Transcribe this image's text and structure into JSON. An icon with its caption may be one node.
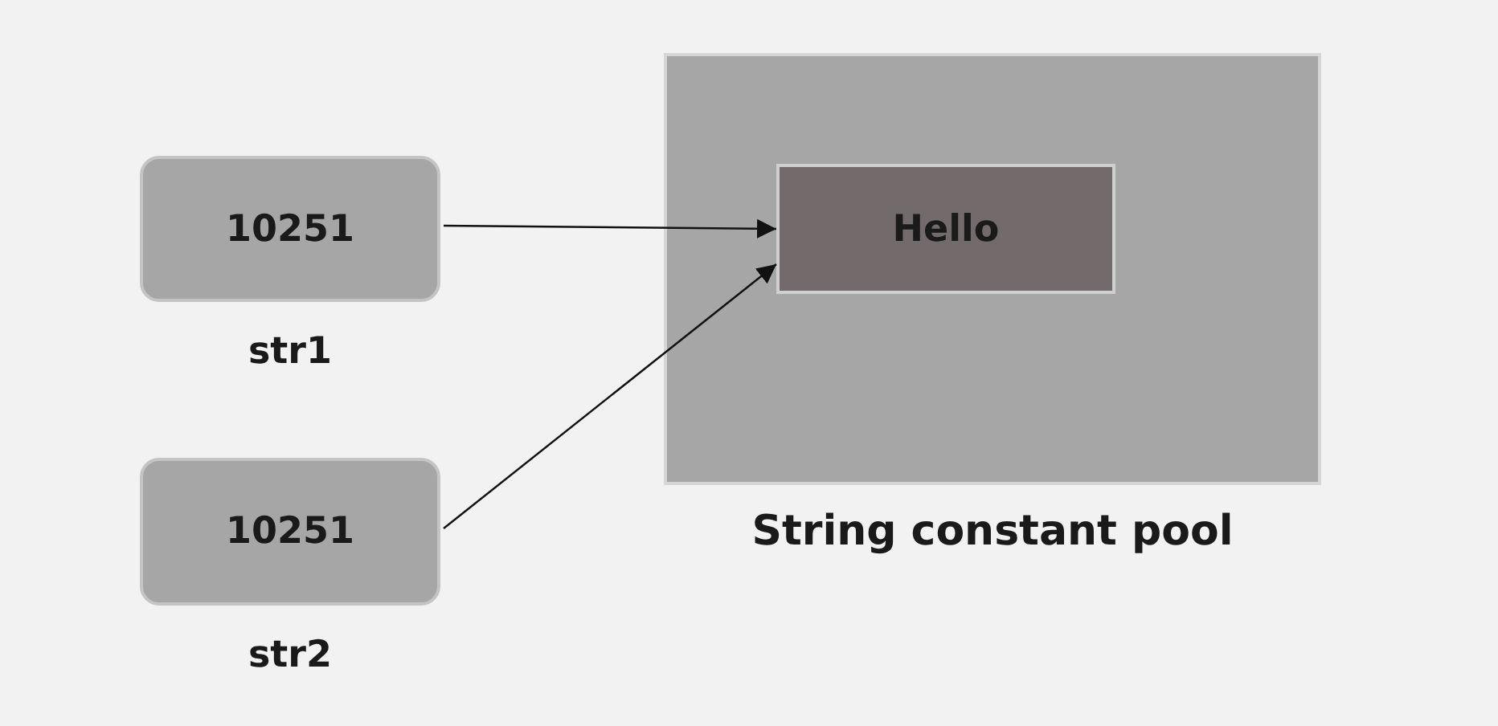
{
  "diagram": {
    "nodes": [
      {
        "text": [
          "10251"
        ],
        "beside": [
          "str1"
        ]
      },
      {
        "text": [
          "10251"
        ],
        "beside": [
          "str2"
        ]
      },
      {
        "text": [
          "String constant pool"
        ]
      },
      {
        "text": [
          "Hello"
        ],
        "in": 2
      }
    ],
    "edges": [
      {
        "from": 0,
        "to": 3,
        "arrow": "to"
      },
      {
        "from": 1,
        "to": 3,
        "arrow": "to"
      }
    ]
  }
}
